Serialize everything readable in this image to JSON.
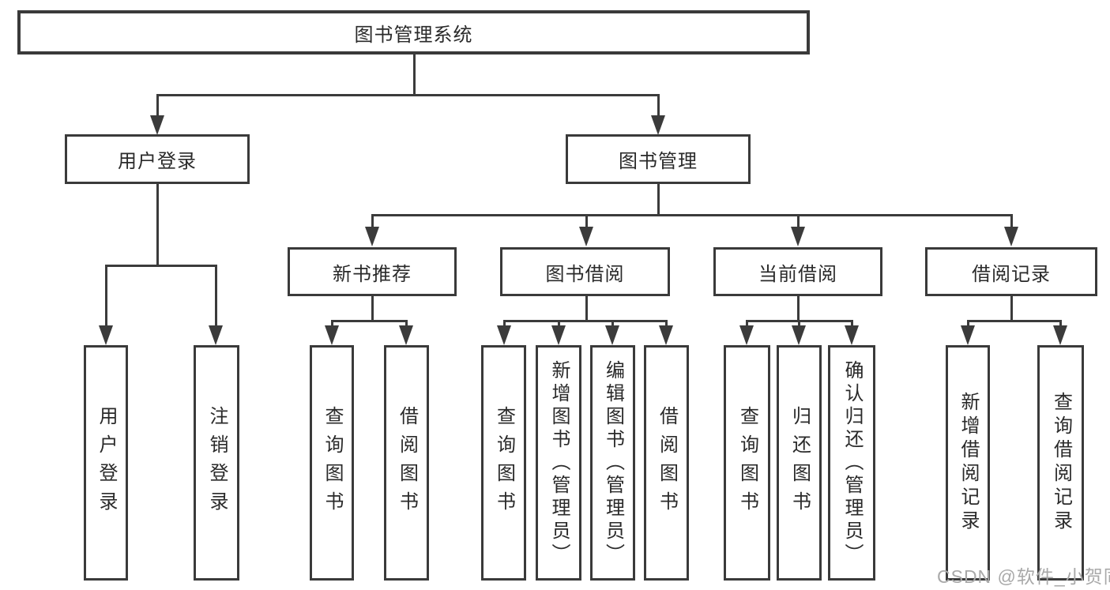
{
  "tree": {
    "root": {
      "label": "图书管理系统"
    },
    "login": {
      "label": "用户登录",
      "children": [
        {
          "label": "用户登录"
        },
        {
          "label": "注销登录"
        }
      ]
    },
    "mgmt": {
      "label": "图书管理",
      "groups": [
        {
          "label": "新书推荐",
          "children": [
            {
              "label": "查询图书"
            },
            {
              "label": "借阅图书"
            }
          ]
        },
        {
          "label": "图书借阅",
          "children": [
            {
              "label": "查询图书"
            },
            {
              "label": "新增图书（管理员）"
            },
            {
              "label": "编辑图书（管理员）"
            },
            {
              "label": "借阅图书"
            }
          ]
        },
        {
          "label": "当前借阅",
          "children": [
            {
              "label": "查询图书"
            },
            {
              "label": "归还图书"
            },
            {
              "label": "确认归还（管理员）"
            }
          ]
        },
        {
          "label": "借阅记录",
          "children": [
            {
              "label": "新增借阅记录"
            },
            {
              "label": "查询借阅记录"
            }
          ]
        }
      ]
    }
  },
  "watermark": {
    "text": "CSDN @软件_小贺同学"
  },
  "colors": {
    "line": "#3b3b3b",
    "text": "#2a2a2a",
    "watermark": "#a9a9a9",
    "background": "#ffffff"
  }
}
